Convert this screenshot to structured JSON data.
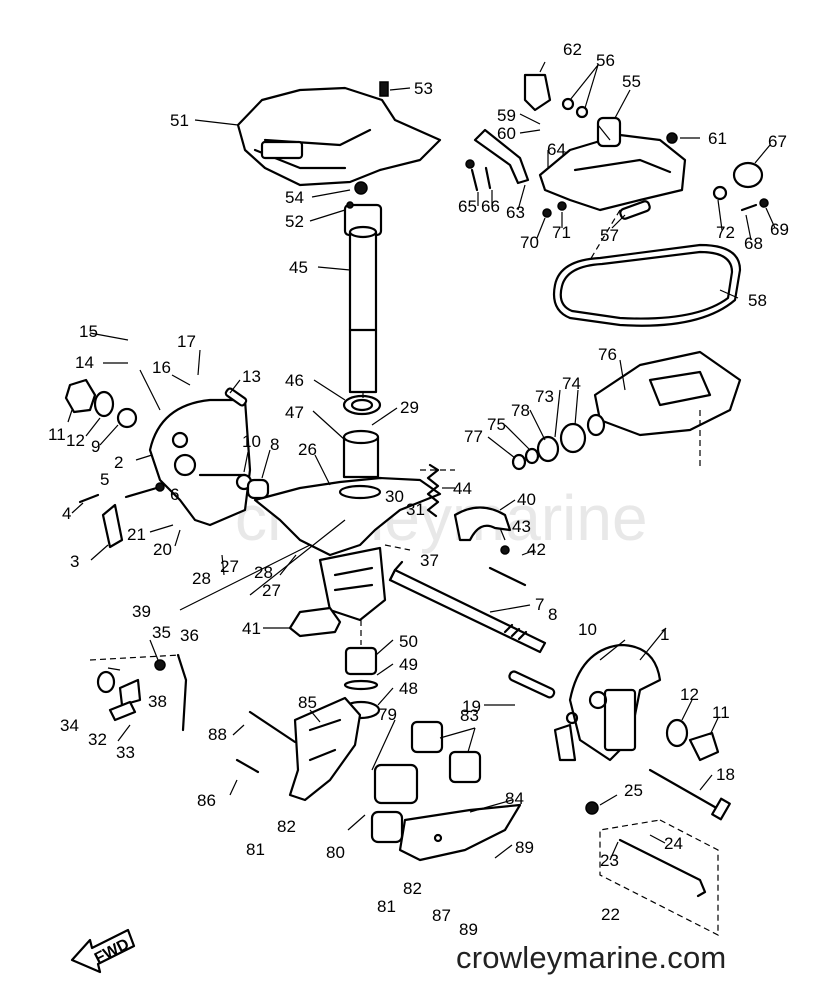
{
  "watermark": "crowleymarine",
  "site_url": "crowleymarine.com",
  "fwd_label": "FWD",
  "callouts": [
    "1",
    "2",
    "3",
    "4",
    "5",
    "6",
    "7",
    "8",
    "8",
    "9",
    "10",
    "10",
    "11",
    "11",
    "12",
    "12",
    "13",
    "14",
    "15",
    "16",
    "17",
    "18",
    "19",
    "20",
    "21",
    "22",
    "23",
    "24",
    "25",
    "26",
    "27",
    "27",
    "28",
    "28",
    "29",
    "30",
    "31",
    "32",
    "33",
    "34",
    "35",
    "36",
    "37",
    "38",
    "39",
    "40",
    "41",
    "42",
    "43",
    "44",
    "45",
    "46",
    "47",
    "48",
    "49",
    "50",
    "51",
    "52",
    "53",
    "54",
    "55",
    "56",
    "57",
    "58",
    "59",
    "60",
    "61",
    "62",
    "63",
    "64",
    "65",
    "66",
    "67",
    "68",
    "69",
    "70",
    "71",
    "72",
    "73",
    "74",
    "75",
    "76",
    "77",
    "78",
    "79",
    "80",
    "81",
    "81",
    "82",
    "82",
    "83",
    "84",
    "85",
    "86",
    "87",
    "88",
    "89",
    "89"
  ],
  "colors": {
    "ink": "#000000",
    "paper": "#ffffff",
    "watermark": "#e8e8e8"
  }
}
